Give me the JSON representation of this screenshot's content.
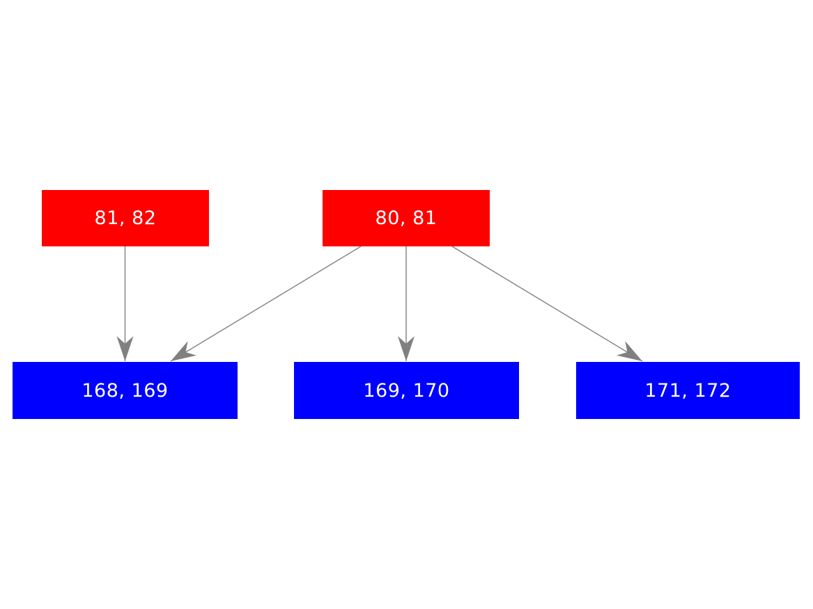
{
  "diagram": {
    "type": "graph",
    "background_color": "#ffffff",
    "edge_color": "#808080",
    "nodes": [
      {
        "id": "81-82",
        "label": "81, 82",
        "color": "#ff0000",
        "text_color": "#ffffff",
        "row": "top"
      },
      {
        "id": "80-81",
        "label": "80, 81",
        "color": "#ff0000",
        "text_color": "#ffffff",
        "row": "top"
      },
      {
        "id": "168-169",
        "label": "168, 169",
        "color": "#0000ff",
        "text_color": "#ffffff",
        "row": "bottom"
      },
      {
        "id": "169-170",
        "label": "169, 170",
        "color": "#0000ff",
        "text_color": "#ffffff",
        "row": "bottom"
      },
      {
        "id": "171-172",
        "label": "171, 172",
        "color": "#0000ff",
        "text_color": "#ffffff",
        "row": "bottom"
      }
    ],
    "edges": [
      {
        "from": "81, 82",
        "to": "168, 169",
        "directed": true
      },
      {
        "from": "80, 81",
        "to": "168, 169",
        "directed": true
      },
      {
        "from": "80, 81",
        "to": "169, 170",
        "directed": true
      },
      {
        "from": "80, 81",
        "to": "171, 172",
        "directed": true
      }
    ]
  }
}
